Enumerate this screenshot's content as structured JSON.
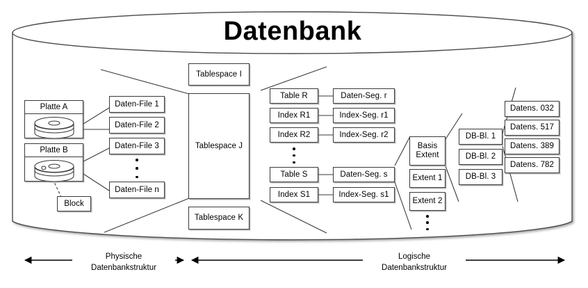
{
  "diagram": {
    "title": "Datenbank",
    "physical": {
      "disks": [
        {
          "label": "Platte A",
          "icon": "disk-stack-icon"
        },
        {
          "label": "Platte B",
          "icon": "disk-stack-icon"
        }
      ],
      "block": "Block",
      "data_files": [
        "Daten-File 1",
        "Daten-File 2",
        "Daten-File 3",
        "Daten-File n"
      ],
      "data_files_ellipsis": true
    },
    "tablespaces": [
      "Tablespace I",
      "Tablespace J",
      "Tablespace K"
    ],
    "logical": {
      "objects": [
        "Table R",
        "Index R1",
        "Index R2",
        "Table S",
        "Index S1"
      ],
      "objects_ellipsis": true,
      "segments": [
        "Daten-Seg. r",
        "Index-Seg. r1",
        "Index-Seg. r2",
        "Daten-Seg. s",
        "Index-Seg. s1"
      ],
      "extents": [
        "Basis Extent",
        "Extent 1",
        "Extent 2"
      ],
      "extents_ellipsis": true,
      "blocks": [
        "DB-Bl. 1",
        "DB-Bl. 2",
        "DB-Bl. 3"
      ],
      "records": [
        "Datens. 032",
        "Datens. 517",
        "Datens. 389",
        "Datens. 782"
      ]
    },
    "axes": [
      {
        "line1": "Physische",
        "line2": "Datenbankstruktur"
      },
      {
        "line1": "Logische",
        "line2": "Datenbankstruktur"
      }
    ]
  }
}
